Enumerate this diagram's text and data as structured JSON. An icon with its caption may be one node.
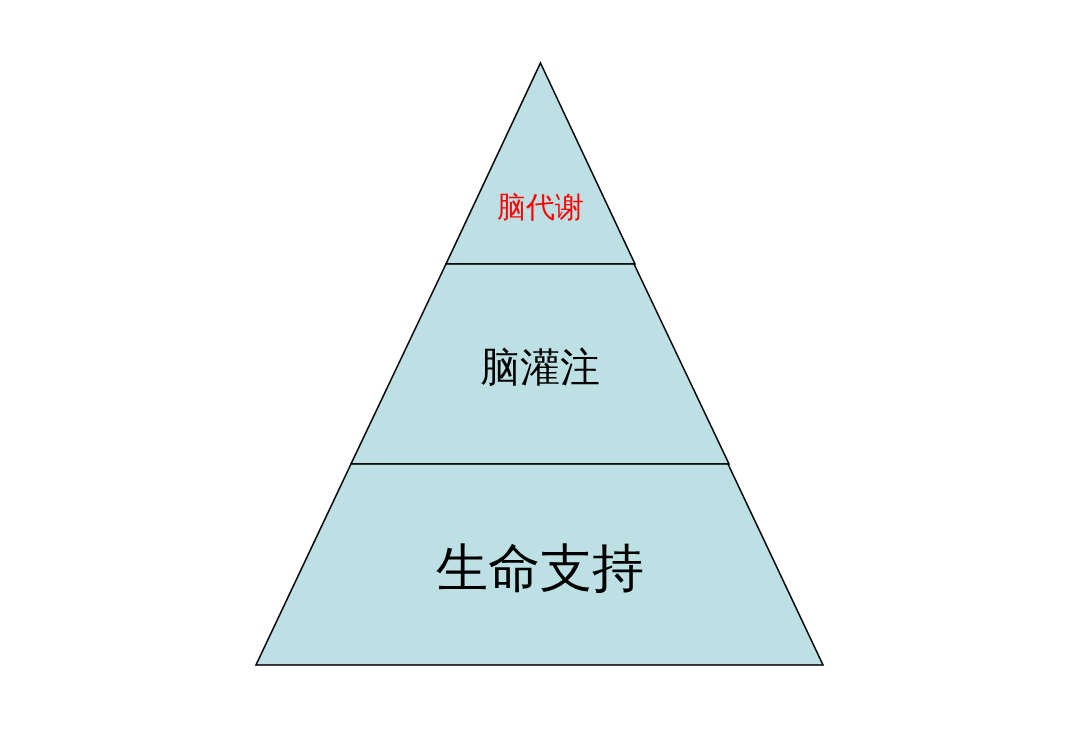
{
  "diagram": {
    "nodes": [
      {
        "text": [
          "脑代谢"
        ]
      },
      {
        "text": [
          "脑灌注"
        ]
      },
      {
        "text": [
          "生命支持"
        ]
      }
    ]
  }
}
